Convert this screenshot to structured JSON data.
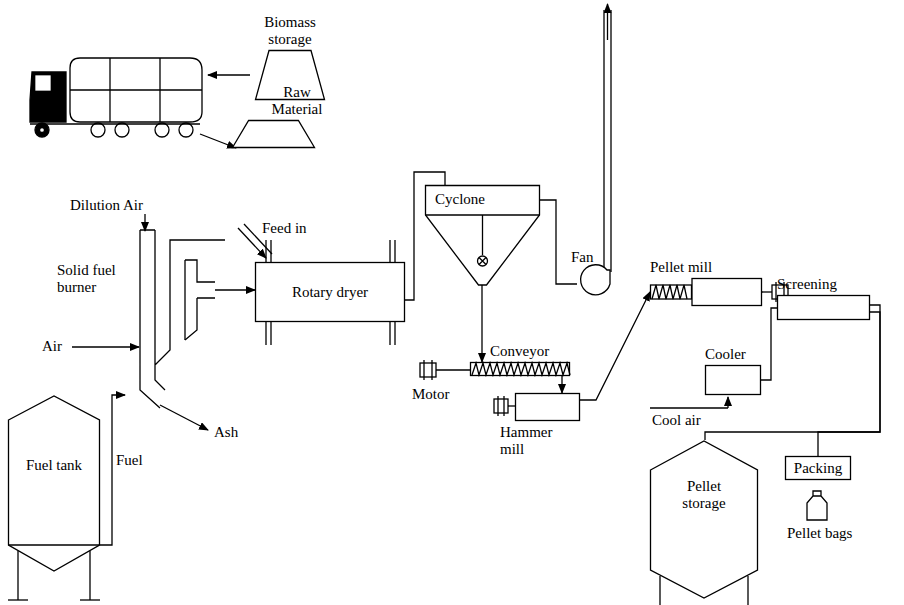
{
  "diagram": {
    "nodes": [
      {
        "text": [
          "Biomass storage"
        ]
      },
      {
        "text": [
          "Raw Material"
        ]
      },
      {
        "text": [
          "Fuel tank"
        ]
      },
      {
        "text": [
          "Solid fuel burner"
        ]
      },
      {
        "text": [
          "Rotary dryer"
        ]
      },
      {
        "text": [
          "Cyclone"
        ]
      },
      {
        "text": [
          "Fan"
        ]
      },
      {
        "text": [
          "Conveyor"
        ]
      },
      {
        "text": [
          "Hammer mill"
        ]
      },
      {
        "text": [
          "Pellet mill"
        ]
      },
      {
        "text": [
          "Cooler"
        ]
      },
      {
        "text": [
          "Screening"
        ]
      },
      {
        "text": [
          "Packing"
        ]
      },
      {
        "text": [
          "Pellet storage"
        ]
      },
      {
        "text": [
          "Pellet bags"
        ]
      }
    ],
    "edges": [
      {
        "from": 2,
        "to": 3,
        "arrow": "to"
      },
      {
        "from": 3,
        "to": 4,
        "arrow": "to"
      },
      {
        "from": 4,
        "to": 5,
        "arrow": "none"
      },
      {
        "from": 5,
        "to": 6,
        "arrow": "none"
      },
      {
        "from": 5,
        "to": 7,
        "arrow": "to"
      },
      {
        "from": 7,
        "to": 8,
        "arrow": "to"
      },
      {
        "from": 8,
        "to": 9,
        "arrow": "to"
      },
      {
        "from": 10,
        "to": 11,
        "arrow": "none"
      },
      {
        "from": 11,
        "to": 12,
        "arrow": "none"
      },
      {
        "from": 11,
        "to": 13,
        "arrow": "none"
      }
    ],
    "labels": [
      "Dilution Air",
      "Air",
      "Fuel",
      "Ash",
      "Feed in",
      "Motor",
      "Cool air"
    ]
  }
}
